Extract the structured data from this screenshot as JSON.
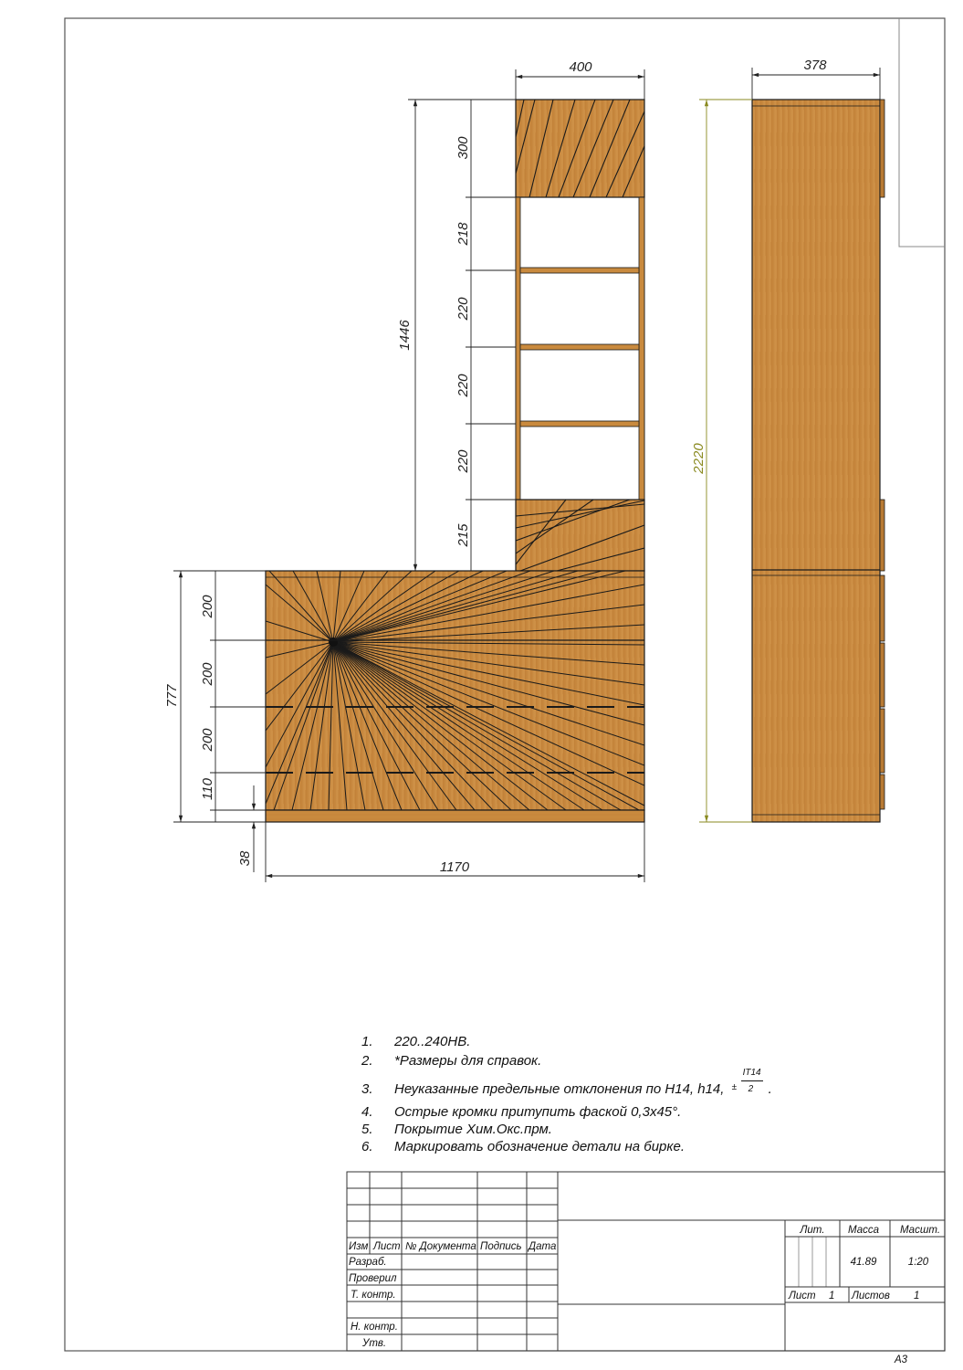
{
  "drawing": {
    "front_dims": {
      "top_width": "400",
      "total_upper": "1446",
      "upper_sections": [
        "300",
        "218",
        "220",
        "220",
        "220",
        "215"
      ],
      "lower_height": "777",
      "lower_sections": [
        "200",
        "200",
        "200",
        "110"
      ],
      "plinth": "38",
      "total_width": "1170"
    },
    "side_dims": {
      "depth": "378",
      "total_height": "2220"
    },
    "colors": {
      "wood": "#c98a3e",
      "wood_dark": "#a86a28",
      "line": "#1a1a1a",
      "dim_green": "#8a8a20"
    }
  },
  "notes": [
    {
      "num": "1.",
      "text": "220..240HB."
    },
    {
      "num": "2.",
      "text": "*Размеры для справок."
    },
    {
      "num": "3.",
      "text": "Неуказанные предельные отклонения по H14, h14,",
      "frac_top": "IT14",
      "frac_bottom": "2",
      "plusminus": "±",
      "end": "."
    },
    {
      "num": "4.",
      "text": "Острые кромки притупить фаской 0,3x45°."
    },
    {
      "num": "5.",
      "text": "Покрытие Хим.Окс.прм."
    },
    {
      "num": "6.",
      "text": "Маркировать обозначение детали на бирке."
    }
  ],
  "title_block": {
    "col_headers": [
      "Изм",
      "Лист",
      "№ Документа",
      "Подпись",
      "Дата"
    ],
    "rows": [
      "Разраб.",
      "Проверил",
      "Т. контр.",
      "Н. контр.",
      "Утв."
    ],
    "lit_label": "Лит.",
    "mass_label": "Масса",
    "scale_label": "Масшт.",
    "mass_value": "41.89",
    "scale_value": "1:20",
    "sheet_label": "Лист",
    "sheet_value": "1",
    "sheets_label": "Листов",
    "sheets_value": "1"
  },
  "format": "A3"
}
